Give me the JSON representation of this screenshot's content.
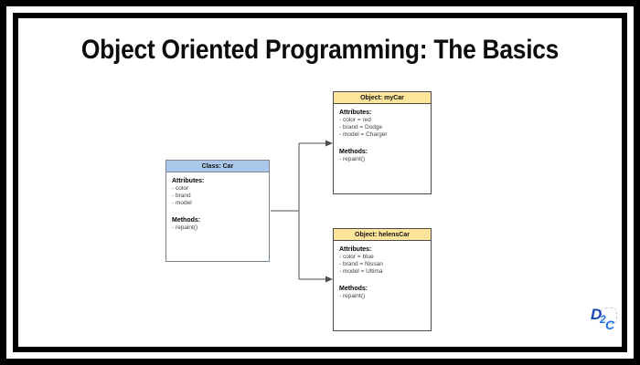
{
  "title": "Object Oriented Programming: The Basics",
  "diagram": {
    "class_box": {
      "header": "Class: Car",
      "attributes_label": "Attributes:",
      "attributes": [
        "- color",
        "- brand",
        "- model"
      ],
      "methods_label": "Methods:",
      "methods": [
        "- repaint()"
      ]
    },
    "object_boxes": [
      {
        "header": "Object: myCar",
        "attributes_label": "Attributes:",
        "attributes": [
          "- color = red",
          "- brand = Dodge",
          "- model = Charger"
        ],
        "methods_label": "Methods:",
        "methods": [
          "- repaint()"
        ]
      },
      {
        "header": "Object: helensCar",
        "attributes_label": "Attributes:",
        "attributes": [
          "- color = blue",
          "- brand = Nissan",
          "- model = Ultima"
        ],
        "methods_label": "Methods:",
        "methods": [
          "- repaint()"
        ]
      }
    ],
    "edges": [
      {
        "from": "Class: Car",
        "to": "Object: myCar"
      },
      {
        "from": "Class: Car",
        "to": "Object: helensCar"
      }
    ],
    "colors": {
      "class_header_fill": "#aac8ea",
      "object_header_fill": "#ffe59b",
      "connector": "#4d4d4d",
      "frame": "#000000"
    }
  },
  "logo": {
    "letters": [
      "D",
      "2",
      "C"
    ],
    "color_dark": "#1847b5",
    "color_bright": "#2273e8"
  }
}
